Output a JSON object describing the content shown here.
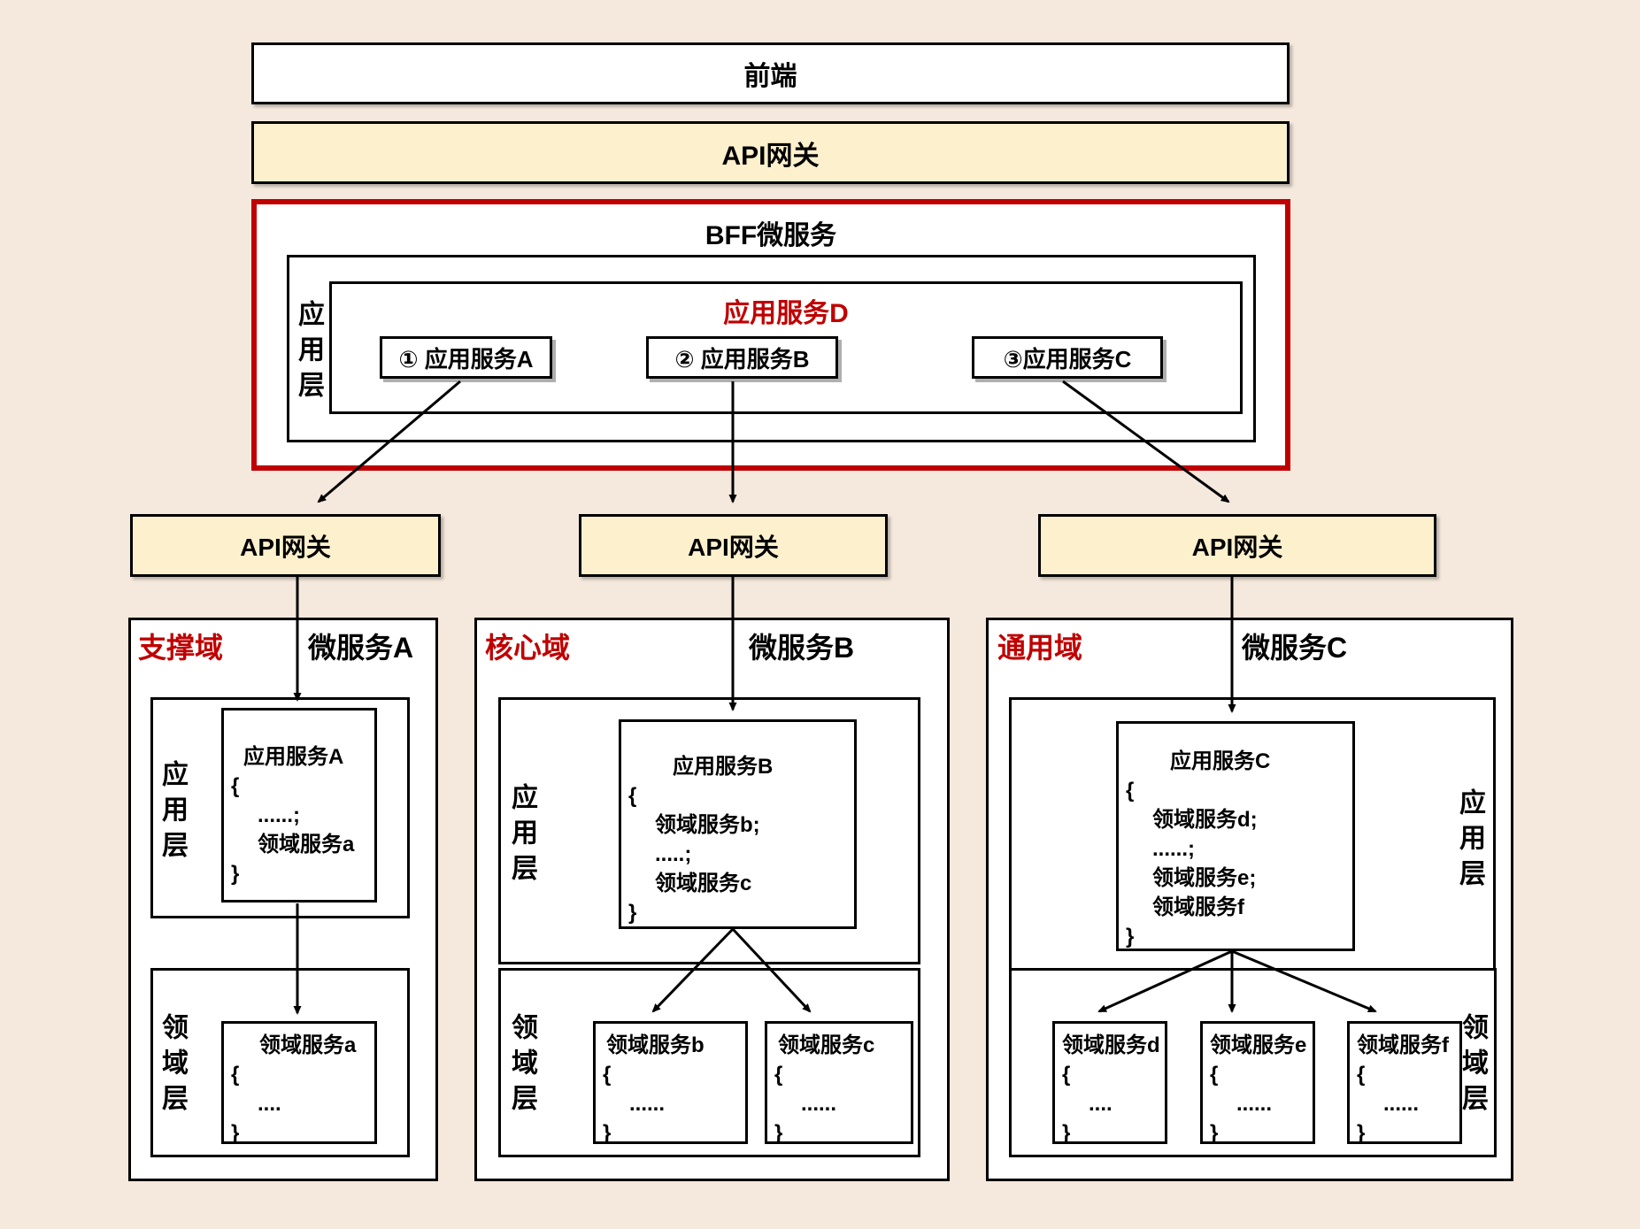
{
  "palette": {
    "background": "#F5E8DC",
    "box_fill": "#FFFFFF",
    "gateway_fill": "#FDF0CD",
    "accent_red": "#C00000",
    "line": "#000000"
  },
  "top": {
    "frontend": "前端",
    "api_gateway": "API网关"
  },
  "bff": {
    "title": "BFF微服务",
    "app_layer_label": "应用层",
    "service_d": "应用服务D",
    "services": [
      {
        "label": "① 应用服务A"
      },
      {
        "label": "② 应用服务B"
      },
      {
        "label": "③应用服务C"
      }
    ]
  },
  "gateways": [
    {
      "label": "API网关"
    },
    {
      "label": "API网关"
    },
    {
      "label": "API网关"
    }
  ],
  "domains": [
    {
      "domain_type": "支撑域",
      "name": "微服务A",
      "app_layer": {
        "label": "应用层",
        "service": {
          "title": "应用服务A",
          "lines": [
            "{",
            "......;",
            "领域服务a",
            "}"
          ]
        }
      },
      "domain_layer": {
        "label": "领域层",
        "services": [
          {
            "title": "领域服务a",
            "lines": [
              "{",
              "....",
              "}"
            ]
          }
        ]
      }
    },
    {
      "domain_type": "核心域",
      "name": "微服务B",
      "app_layer": {
        "label": "应用层",
        "service": {
          "title": "应用服务B",
          "lines": [
            "{",
            "领域服务b;",
            ".....;",
            "领域服务c",
            "}"
          ]
        }
      },
      "domain_layer": {
        "label": "领域层",
        "services": [
          {
            "title": "领域服务b",
            "lines": [
              "{",
              "......",
              "}"
            ]
          },
          {
            "title": "领域服务c",
            "lines": [
              "{",
              "......",
              "}"
            ]
          }
        ]
      }
    },
    {
      "domain_type": "通用域",
      "name": "微服务C",
      "app_layer": {
        "label": "应用层",
        "service": {
          "title": "应用服务C",
          "lines": [
            "{",
            "领域服务d;",
            "......;",
            "领域服务e;",
            "领域服务f",
            "}"
          ]
        }
      },
      "domain_layer": {
        "label": "领域层",
        "services": [
          {
            "title": "领域服务d",
            "lines": [
              "{",
              "....",
              "}"
            ]
          },
          {
            "title": "领域服务e",
            "lines": [
              "{",
              "......",
              "}"
            ]
          },
          {
            "title": "领域服务f",
            "lines": [
              "{",
              "......",
              "}"
            ]
          }
        ]
      }
    }
  ]
}
